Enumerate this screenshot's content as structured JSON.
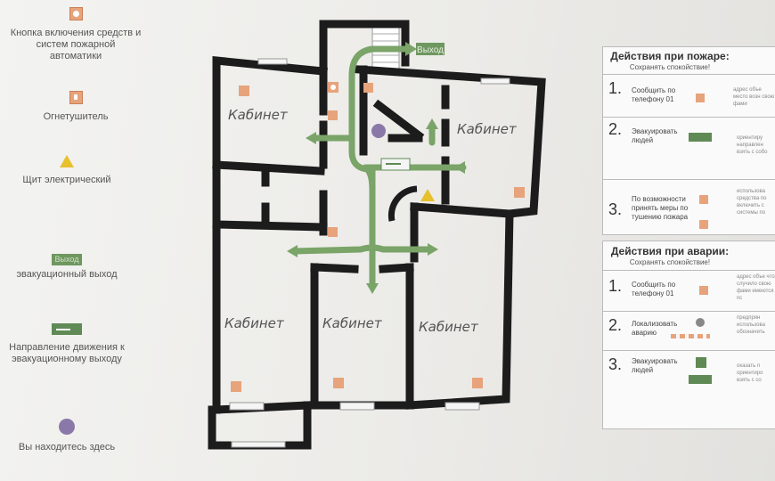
{
  "legend": [
    {
      "icon": "button-icon",
      "text": "Кнопка включения средств и систем пожарной автоматики"
    },
    {
      "icon": "extinguisher-icon",
      "text": "Огнетушитель"
    },
    {
      "icon": "warning-icon",
      "text": "Щит электрический"
    },
    {
      "icon": "exit-sign-icon",
      "label": "Выход",
      "text": "эвакуационный выход"
    },
    {
      "icon": "direction-icon",
      "text": "Направление движения к эвакуационному выходу"
    },
    {
      "icon": "you-are-here-icon",
      "text": "Вы находитесь здесь"
    }
  ],
  "plan": {
    "exit_label": "Выход",
    "rooms": [
      "Кабинет",
      "Кабинет",
      "Кабинет",
      "Кабинет",
      "Кабинет"
    ],
    "colors": {
      "wall": "#1c1c1c",
      "route": "#7aa468",
      "phone": "#e7a37b",
      "you": "#8a79a8",
      "warning": "#e7c02c"
    }
  },
  "fire_panel": {
    "title": "Действия при пожаре:",
    "subtitle": "Сохранять спокойствие!",
    "steps": [
      {
        "num": "1.",
        "text": "Сообщить по телефону 01",
        "note": "адрес объе место возн свою фами"
      },
      {
        "num": "2.",
        "text": "Эвакуировать людей",
        "note": "ориентиру направлен взять с собо"
      },
      {
        "num": "3.",
        "text": "По возможности принять меры по тушению пожара",
        "note": "использова средства по включить с системы по"
      }
    ]
  },
  "accident_panel": {
    "title": "Действия при аварии:",
    "subtitle": "Сохранять спокойствие!",
    "steps": [
      {
        "num": "1.",
        "text": "Сообщить по телефону 01",
        "note": "адрес объе что случило свою фами имеются пс"
      },
      {
        "num": "2.",
        "text": "Локализовать аварию",
        "note": "предпрян использова обозначить"
      },
      {
        "num": "3.",
        "text": "Эвакуировать людей",
        "note": "оказать п ориентиро взять с со"
      }
    ]
  }
}
